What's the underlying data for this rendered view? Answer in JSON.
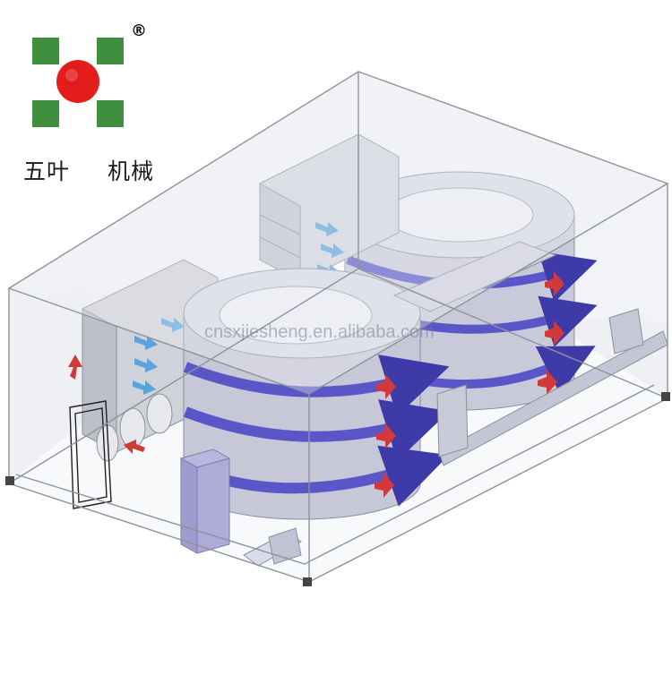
{
  "logo": {
    "registered_mark": "®",
    "name_left": "五叶",
    "name_right": "机械",
    "colors": {
      "squares": "#3f8f3f",
      "dot": "#e41c1c"
    }
  },
  "watermark": "cnsxjiesheng.en.alibaba.com",
  "diagram": {
    "subject": "spiral freezer enclosure",
    "colors": {
      "enclosure": "#9aa0a8",
      "glass_fill": "#e4e6ea",
      "drum": "#c9cad9",
      "belt": "#5a56c8",
      "airflow_in": "#5ba3dc",
      "airflow_out": "#d23a3a"
    }
  }
}
